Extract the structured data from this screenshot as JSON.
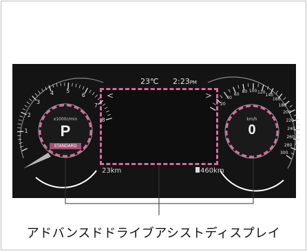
{
  "header": {
    "temperature": "23℃",
    "clock": "2:23",
    "clock_suffix": "PM"
  },
  "tachometer": {
    "unit": "x1000r/min",
    "gear": "P",
    "mode": "STANDARD",
    "tick_labels": [
      "1",
      "2",
      "3",
      "4",
      "5",
      "6",
      "7",
      "8"
    ]
  },
  "speedometer": {
    "unit": "km/h",
    "speed": "0",
    "tick_labels": [
      "20",
      "40",
      "60",
      "80",
      "100",
      "120",
      "140",
      "160",
      "180",
      "200",
      "220",
      "240",
      "260",
      "280",
      "300"
    ]
  },
  "trip": {
    "odo": "23km",
    "range": "460km"
  },
  "caption": "アドバンスドドライブアシストディスプレイ",
  "colors": {
    "highlight": "#d86b9c",
    "cluster_bg": "#141414"
  }
}
